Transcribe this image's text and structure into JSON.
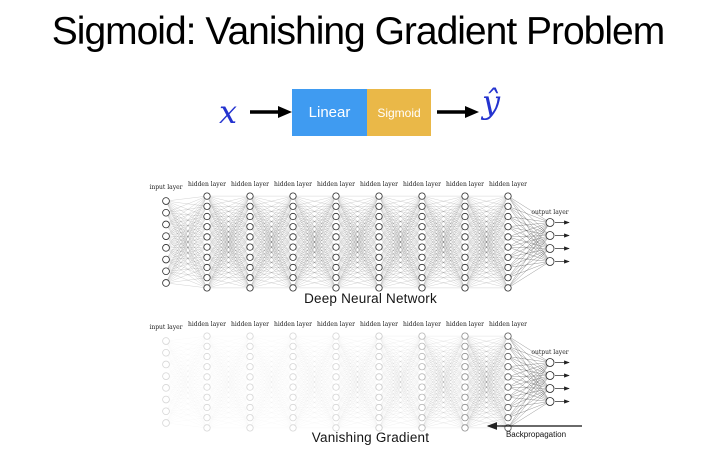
{
  "title": "Sigmoid: Vanishing Gradient Problem",
  "pipeline": {
    "input_label": "x",
    "linear_label": "Linear",
    "sigmoid_label": "Sigmoid",
    "output_label": "ŷ",
    "linear_color": "#3f9bf1",
    "sigmoid_color": "#eab848",
    "box_text_color": "#ffffff",
    "math_color": "#2433cf"
  },
  "networks": [
    {
      "caption": "Deep Neural Network",
      "input_label": "input layer",
      "hidden_label": "hidden layer",
      "output_label": "output layer",
      "input_nodes": 8,
      "hidden_layers": 8,
      "hidden_nodes": 10,
      "output_nodes": 4,
      "fade": false
    },
    {
      "caption": "Vanishing Gradient",
      "annotation": "Backpropagation",
      "input_label": "input layer",
      "hidden_label": "hidden layer",
      "output_label": "output layer",
      "input_nodes": 8,
      "hidden_layers": 8,
      "hidden_nodes": 10,
      "output_nodes": 4,
      "fade": true
    }
  ]
}
